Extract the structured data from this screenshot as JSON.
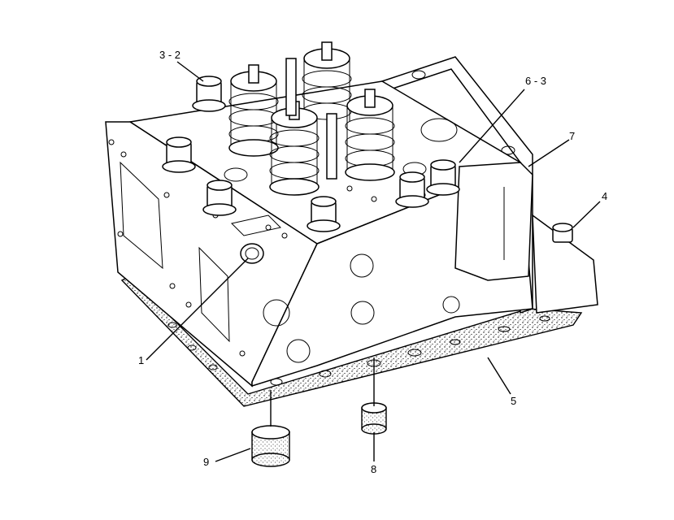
{
  "callouts": [
    {
      "id": "c-3-2",
      "text": "3 - 2"
    },
    {
      "id": "c-6-3",
      "text": "6 - 3"
    },
    {
      "id": "c-7",
      "text": "7"
    },
    {
      "id": "c-4",
      "text": "4"
    },
    {
      "id": "c-1",
      "text": "1"
    },
    {
      "id": "c-5",
      "text": "5"
    },
    {
      "id": "c-8",
      "text": "8"
    },
    {
      "id": "c-9",
      "text": "9"
    }
  ]
}
